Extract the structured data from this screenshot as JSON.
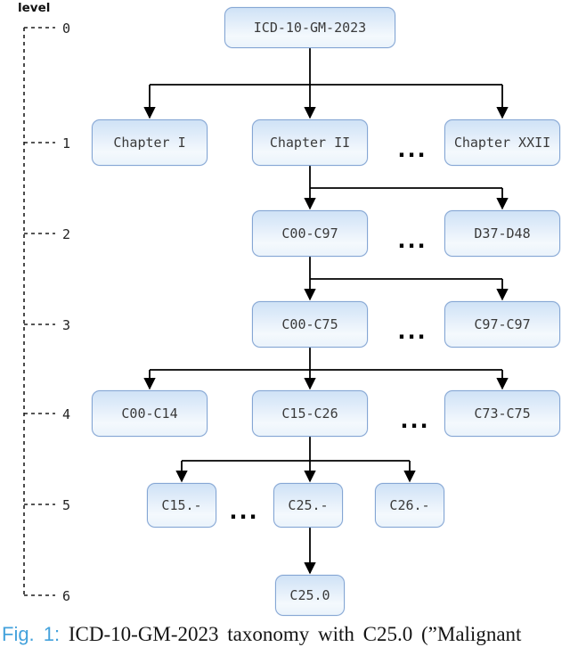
{
  "axis": {
    "label": "level",
    "levels": [
      "0",
      "1",
      "2",
      "3",
      "4",
      "5",
      "6"
    ]
  },
  "nodes": {
    "root": "ICD-10-GM-2023",
    "l1a": "Chapter I",
    "l1b": "Chapter II",
    "l1c": "Chapter XXII",
    "l2a": "C00-C97",
    "l2b": "D37-D48",
    "l3a": "C00-C75",
    "l3b": "C97-C97",
    "l4a": "C00-C14",
    "l4b": "C15-C26",
    "l4c": "C73-C75",
    "l5a": "C15.-",
    "l5b": "C25.-",
    "l5c": "C26.-",
    "l6a": "C25.0"
  },
  "ellipsis": "...",
  "caption": {
    "label": "Fig. 1:",
    "text": " ICD-10-GM-2023 taxonomy with C25.0 (”Malignant"
  },
  "colors": {
    "node_border": "#85a6d4",
    "node_fill_top": "#cfe2f6",
    "node_fill_bottom": "#eaf3fb",
    "connector": "#000000",
    "fig_label": "#44a2dc"
  }
}
